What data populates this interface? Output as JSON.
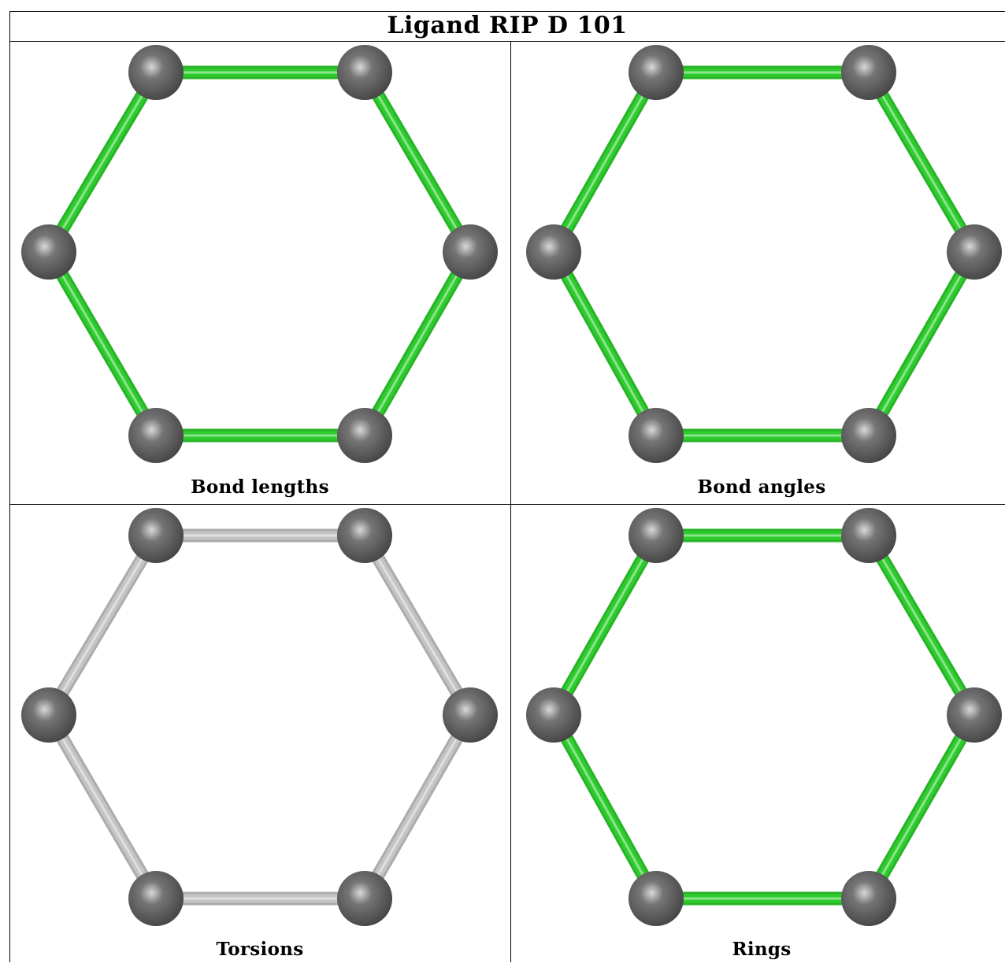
{
  "title": "Ligand RIP D 101",
  "panels": [
    {
      "caption": "Bond lengths",
      "bond_color": "#2ecc2e"
    },
    {
      "caption": "Bond angles",
      "bond_color": "#2ecc2e"
    },
    {
      "caption": "Torsions",
      "bond_color": "#c4c4c4"
    },
    {
      "caption": "Rings",
      "bond_color": "#2ecc2e"
    }
  ],
  "atom_color": "#6e6e6e"
}
